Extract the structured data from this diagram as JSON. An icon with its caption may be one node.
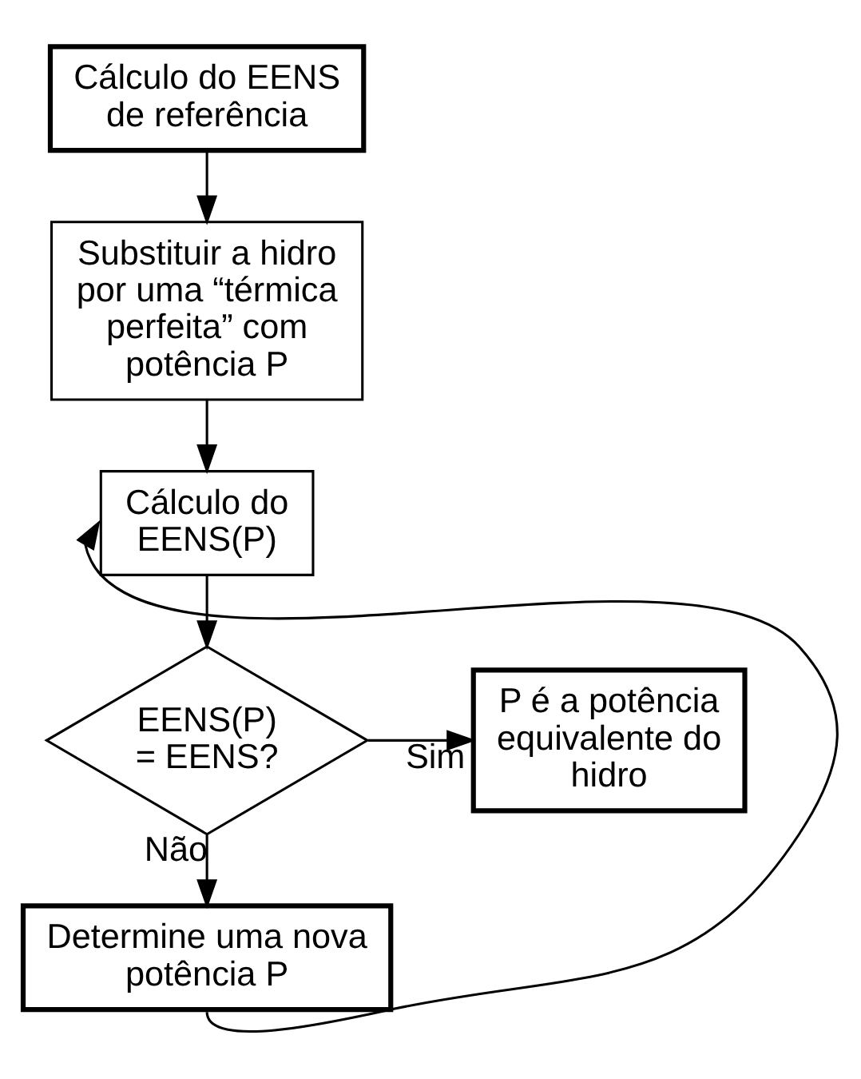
{
  "diagram": {
    "nodes": [
      {
        "text": [
          "Cálculo do EENS de referência"
        ]
      },
      {
        "text": [
          "Substituir a hidro por uma “térmica perfeita” com potência P"
        ]
      },
      {
        "text": [
          "Cálculo do EENS(P)"
        ]
      },
      {
        "text": [
          "EENS(P) = EENS?"
        ]
      },
      {
        "text": [
          "P é a potência equivalente do hidro"
        ]
      },
      {
        "text": [
          "Determine uma nova potência P"
        ]
      }
    ],
    "edges": [
      {
        "from": 0,
        "to": 1,
        "arrow": "to"
      },
      {
        "from": 1,
        "to": 2,
        "arrow": "to"
      },
      {
        "from": 2,
        "to": 3,
        "arrow": "to"
      },
      {
        "from": 3,
        "to": 4,
        "arrow": "to",
        "label": "Sim"
      },
      {
        "from": 3,
        "to": 5,
        "arrow": "to",
        "label": "Não"
      },
      {
        "from": 5,
        "to": 2,
        "arrow": "to"
      }
    ]
  }
}
